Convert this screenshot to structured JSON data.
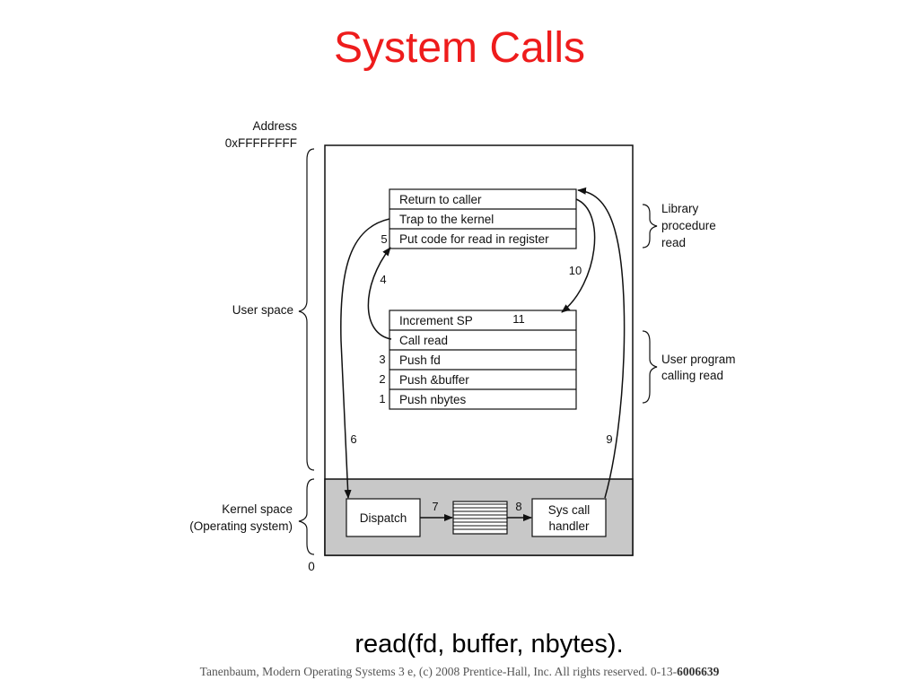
{
  "title": "System Calls",
  "diagram": {
    "address_label": "Address",
    "address_top": "0xFFFFFFFF",
    "address_bottom": "0",
    "user_space_label": "User space",
    "kernel_space_label": "Kernel space",
    "kernel_space_sublabel": "(Operating system)",
    "library_label": [
      "Library",
      "procedure",
      "read"
    ],
    "user_program_label": [
      "User program",
      "calling read"
    ],
    "library_rows": [
      "Return to caller",
      "Trap to the kernel",
      "Put code for read in register"
    ],
    "program_rows": [
      "Increment SP",
      "Call read",
      "Push fd",
      "Push &buffer",
      "Push nbytes"
    ],
    "dispatch_label": "Dispatch",
    "handler_label": [
      "Sys call",
      "handler"
    ],
    "step_numbers": [
      "1",
      "2",
      "3",
      "4",
      "5",
      "6",
      "7",
      "8",
      "9",
      "10",
      "11"
    ],
    "colors": {
      "kernel_fill": "#c8c8c8",
      "title": "#ee1c1c"
    }
  },
  "caption": "read(fd, buffer, nbytes).",
  "footer": {
    "text": "Tanenbaum, Modern Operating Systems 3 e, (c) 2008 Prentice-Hall, Inc. All rights reserved. 0-13-",
    "isbn_bold": "6006639"
  }
}
